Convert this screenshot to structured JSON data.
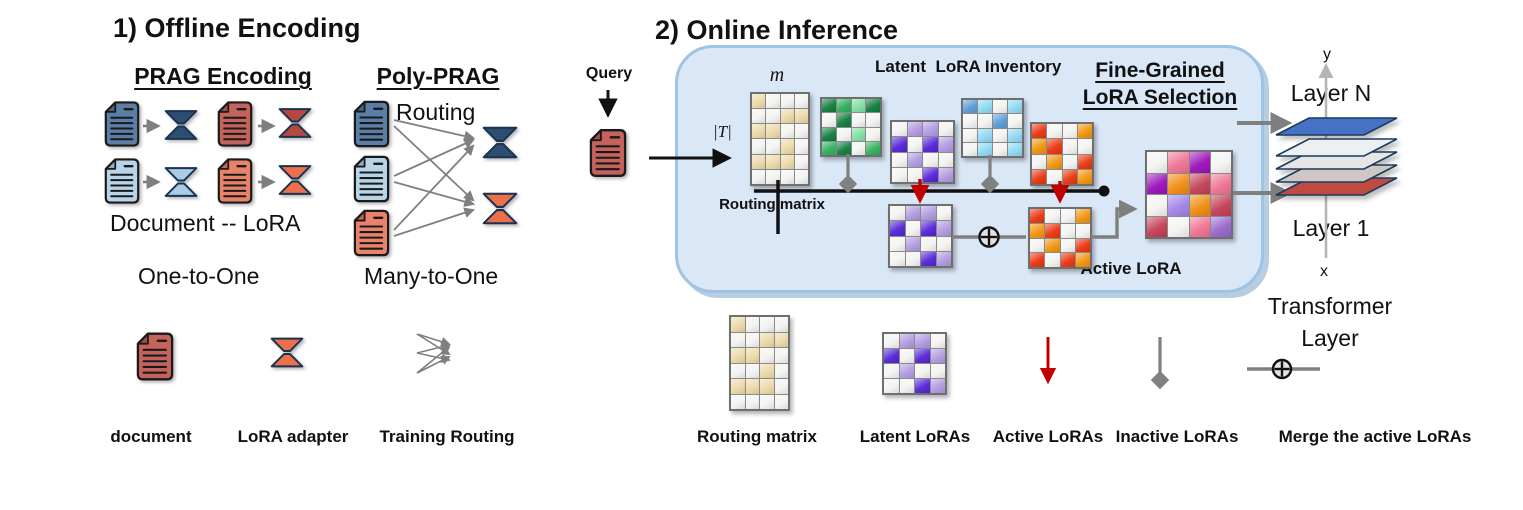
{
  "colors": {
    "doc_dark_blue": "#5b7ea6",
    "doc_light_blue": "#b7d4e8",
    "doc_red": "#c4625c",
    "doc_orange": "#e8826a",
    "lora_dark_blue": "#2e4d73",
    "lora_red": "#b5493f",
    "lora_light_blue": "#a9cde6",
    "lora_orange": "#ee6f4c",
    "box_fill": "#dae7f7",
    "box_border": "#9fc3e3",
    "active_red": "#c00000",
    "inactive_gray": "#7f7f7f",
    "layer_blue": "#4472c4",
    "layer_red": "#bf4a42"
  },
  "palette": {
    "w": "#f3f3f1",
    "t": "#ecd9a7",
    "g1": "#0f7d3c",
    "g2": "#2fae5c",
    "g3": "#7edfa2",
    "p1": "#5423d6",
    "p2": "#b09ae0",
    "b1": "#5b9bd5",
    "b2": "#8ed8f2",
    "r1": "#e8350e",
    "o1": "#f0930c",
    "m1": "#9b10b8",
    "m2": "#ef8b0e",
    "m3": "#c23f55",
    "m4": "#ee7292",
    "m5": "#a183e6",
    "m6": "#9966cc"
  },
  "matrices": {
    "routing": [
      [
        "t",
        "w",
        "w",
        "w"
      ],
      [
        "w",
        "w",
        "t",
        "t"
      ],
      [
        "t",
        "t",
        "w",
        "w"
      ],
      [
        "w",
        "w",
        "t",
        "w"
      ],
      [
        "t",
        "t",
        "t",
        "w"
      ],
      [
        "w",
        "w",
        "w",
        "w"
      ]
    ],
    "green": [
      [
        "g1",
        "g2",
        "g3",
        "g1"
      ],
      [
        "w",
        "g1",
        "w",
        "w"
      ],
      [
        "g1",
        "w",
        "g3",
        "w"
      ],
      [
        "g2",
        "g1",
        "w",
        "g2"
      ]
    ],
    "purple": [
      [
        "w",
        "p2",
        "p2",
        "w"
      ],
      [
        "p1",
        "w",
        "p1",
        "p2"
      ],
      [
        "w",
        "p2",
        "w",
        "w"
      ],
      [
        "w",
        "w",
        "p1",
        "p2"
      ]
    ],
    "blue": [
      [
        "b1",
        "b2",
        "w",
        "b2"
      ],
      [
        "w",
        "w",
        "b1",
        "w"
      ],
      [
        "w",
        "b2",
        "w",
        "b2"
      ],
      [
        "w",
        "b2",
        "w",
        "b2"
      ]
    ],
    "red": [
      [
        "r1",
        "w",
        "w",
        "o1"
      ],
      [
        "o1",
        "r1",
        "w",
        "w"
      ],
      [
        "w",
        "o1",
        "w",
        "r1"
      ],
      [
        "r1",
        "w",
        "r1",
        "o1"
      ]
    ],
    "merged": [
      [
        "w",
        "m4",
        "m1",
        "w"
      ],
      [
        "m1",
        "m2",
        "m3",
        "m4"
      ],
      [
        "w",
        "m5",
        "m2",
        "m3"
      ],
      [
        "m3",
        "w",
        "m4",
        "m6"
      ]
    ]
  },
  "left": {
    "title": "1) Offline Encoding",
    "prag": {
      "heading": "PRAG Encoding",
      "caption_pair": "Document -- LoRA",
      "caption_cardinality": "One-to-One"
    },
    "poly": {
      "heading": "Poly-PRAG",
      "routing_label": "Routing",
      "caption": "Many-to-One"
    },
    "legend": [
      {
        "icon": "document-icon",
        "label": "document"
      },
      {
        "icon": "lora-adapter-icon",
        "label": "LoRA adapter"
      },
      {
        "icon": "training-routing-icon",
        "label": "Training Routing"
      }
    ]
  },
  "right": {
    "title": "2) Online Inference",
    "query_label": "Query",
    "box": {
      "m_label": "m",
      "t_label": "|T|",
      "inventory_label": "Latent  LoRA Inventory",
      "selection_line1": "Fine-Grained",
      "selection_line2": "LoRA Selection",
      "routing_matrix_label": "Routing matrix",
      "active_lora_label": "Active LoRA"
    },
    "transformer": {
      "y_label": "y",
      "x_label": "x",
      "layer_n": "Layer N",
      "layer_1": "Layer 1",
      "caption_line1": "Transformer",
      "caption_line2": "Layer"
    },
    "legend": [
      {
        "icon": "routing-matrix-icon",
        "label": "Routing matrix"
      },
      {
        "icon": "latent-loras-icon",
        "label": "Latent LoRAs"
      },
      {
        "icon": "active-loras-icon",
        "label": "Active LoRAs"
      },
      {
        "icon": "inactive-loras-icon",
        "label": "Inactive LoRAs"
      },
      {
        "icon": "merge-active-loras-icon",
        "label": "Merge the active LoRAs"
      }
    ]
  }
}
